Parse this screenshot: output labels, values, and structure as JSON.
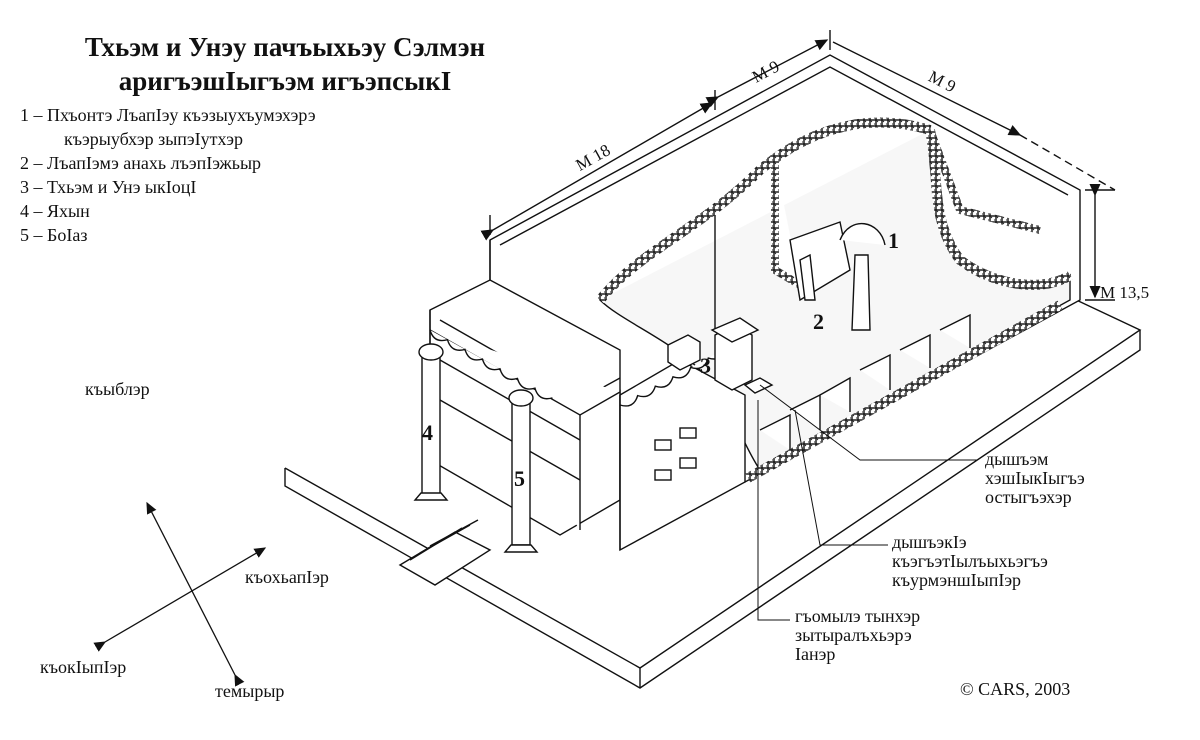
{
  "title": {
    "line1": "Тхьэм  и Унэу пачъыхьэу Сэлмэн",
    "line2": "аригъэшIыгъэм игъэпсыкI"
  },
  "legend": [
    {
      "num": "1",
      "text": "Пхъонтэ ЛъапIэу къэзыухъумэхэрэ",
      "cont": "къэрыубхэр зыпэIутхэр"
    },
    {
      "num": "2",
      "text": "ЛъапIэмэ анахь лъэпIэжьыр"
    },
    {
      "num": "3",
      "text": "Тхьэм и Унэ ыкIоцI"
    },
    {
      "num": "4",
      "text": "Яхын"
    },
    {
      "num": "5",
      "text": "БоIаз"
    }
  ],
  "dimensions": {
    "length": "М 18",
    "width_a": "М 9",
    "width_b": "М 9",
    "height": "М 13,5"
  },
  "markers": [
    "1",
    "2",
    "3",
    "4",
    "5"
  ],
  "compass": {
    "north_west": "къыблэр",
    "east": "къохьапIэр",
    "west": "къокIыпIэр",
    "south": "темырыр"
  },
  "callouts": {
    "lamps": [
      "дышъэм",
      "хэшIыкIыгъэ",
      "остыгъэхэр"
    ],
    "incense": [
      "дышъэкIэ",
      "къэгъэтIылъыхьэгъэ",
      "къурмэншIыпIэр"
    ],
    "bread": [
      "гъомылэ тынхэр",
      "зытыралъхьэрэ",
      "Iанэр"
    ]
  },
  "copyright": "© CARS, 2003"
}
